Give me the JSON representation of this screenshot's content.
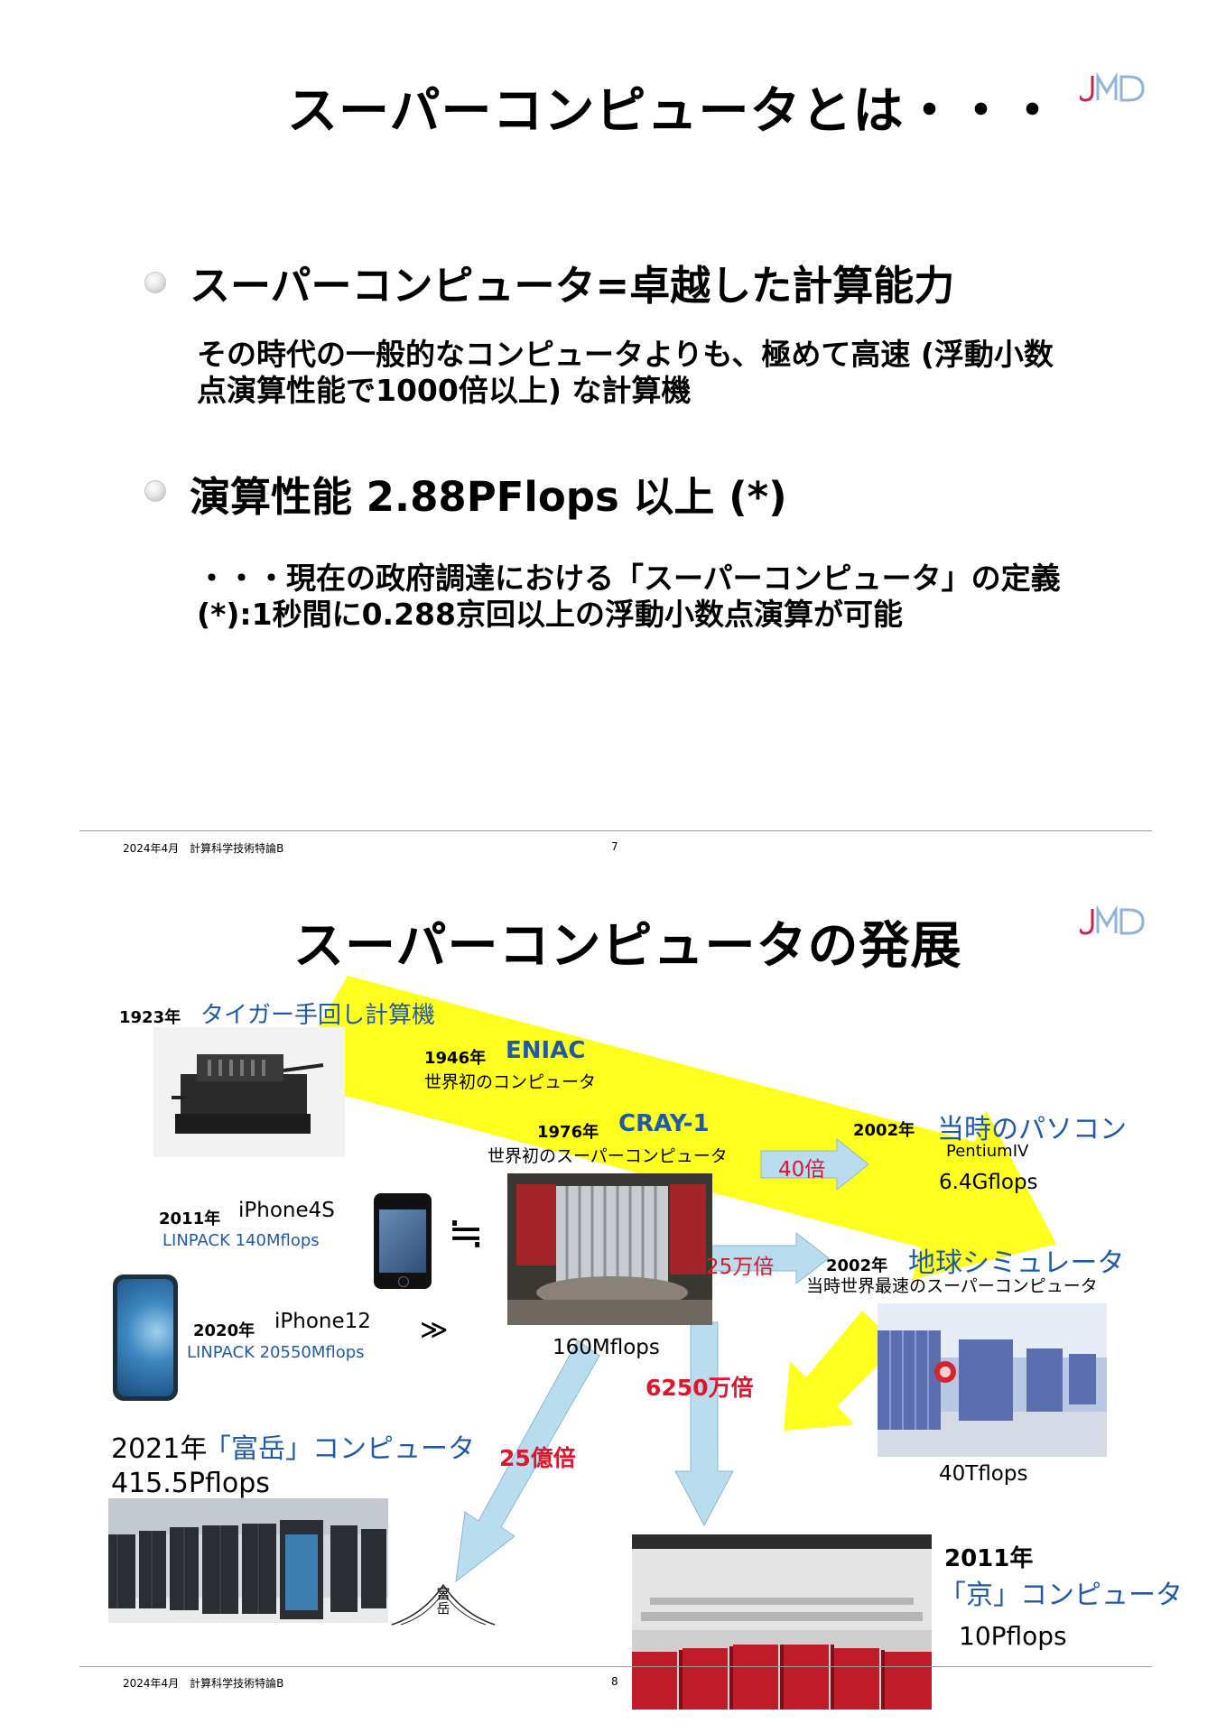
{
  "slide7": {
    "title": "スーパーコンピュータとは・・・",
    "bullet1": {
      "heading": "スーパーコンピュータ=卓越した計算能力",
      "line1": "その時代の一般的なコンピュータよりも、極めて高速 (浮動小数",
      "line2": "点演算性能で1000倍以上) な計算機"
    },
    "bullet2": {
      "heading": "演算性能 2.88PFlops 以上 (*)",
      "line1": "・・・現在の政府調達における「スーパーコンピュータ」の定義",
      "line2": "(*):1秒間に0.288京回以上の浮動小数点演算が可能"
    },
    "footer": {
      "left": "2024年4月　計算科学技術特論B",
      "page": "7"
    }
  },
  "slide8": {
    "title": "スーパーコンピュータの発展",
    "tiger": {
      "year": "1923年",
      "name": "タイガー手回し計算機"
    },
    "eniac": {
      "year": "1946年",
      "name": "ENIAC",
      "desc": "世界初のコンピュータ"
    },
    "cray": {
      "year": "1976年",
      "name": "CRAY-1",
      "desc": "世界初のスーパーコンピュータ",
      "perf": "160Mflops"
    },
    "pc": {
      "year": "2002年",
      "name": "当時のパソコン",
      "cpu": "PentiumIV",
      "perf": "6.4Gflops"
    },
    "es": {
      "year": "2002年",
      "name": "地球シミュレータ",
      "desc": "当時世界最速のスーパーコンピュータ",
      "perf": "40Tflops"
    },
    "iphone4s": {
      "year": "2011年",
      "name": "iPhone4S",
      "perf": "LINPACK 140Mflops"
    },
    "iphone12": {
      "year": "2020年",
      "name": "iPhone12",
      "perf": "LINPACK 20550Mflops"
    },
    "approx": "≒",
    "much_greater": "≫",
    "fugaku": {
      "year": "2021年",
      "name": "「富岳」コンピュータ",
      "perf": "415.5Pflops",
      "logo": "富岳"
    },
    "kei": {
      "year": "2011年",
      "name": "「京」コンピュータ",
      "perf": "10Pflops"
    },
    "ratios": {
      "pc": "40倍",
      "es": "25万倍",
      "kei": "6250万倍",
      "fugaku": "25億倍"
    },
    "footer": {
      "left": "2024年4月　計算科学技術特論B",
      "page": "8"
    }
  },
  "colors": {
    "title_blue": "#1f5aa8",
    "ratio_red": "#e0142a",
    "arrow_yellow": "#ffff1e",
    "arrow_lightblue": "#b9dcef"
  }
}
